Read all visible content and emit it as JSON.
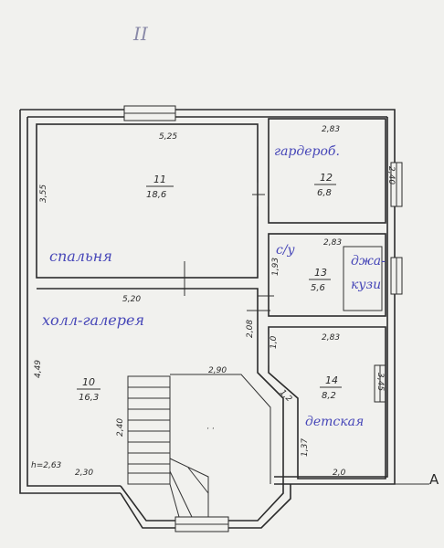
{
  "sheet_mark": "II",
  "axis_letter": "A",
  "rooms": [
    {
      "id": "bedroom",
      "number": "11",
      "area": "18,6",
      "name": "спальня"
    },
    {
      "id": "wardrobe",
      "number": "12",
      "area": "6,8",
      "name": "гардероб."
    },
    {
      "id": "bath",
      "number": "13",
      "area": "5,6",
      "name": "с/у"
    },
    {
      "id": "hall",
      "number": "10",
      "area": "16,3",
      "name": "холл-галерея"
    },
    {
      "id": "kids",
      "number": "14",
      "area": "8,2",
      "name": "детская"
    }
  ],
  "fixture_label": {
    "line1": "джа-",
    "line2": "кузи"
  },
  "dimensions": {
    "bedroom_width": "5,25",
    "bedroom_height": "3,55",
    "wardrobe_width": "2,83",
    "wardrobe_height": "2,40",
    "bath_width": "2,83",
    "bath_height": "1,93",
    "hall_width": "5,20",
    "hall_height": "4,49",
    "corridor_width": "2,08",
    "door_gap": "1,0",
    "stair_width": "2,90",
    "stair_height": "2,40",
    "kids_width": "2,83",
    "kids_height": "3,45",
    "kids_bottom": "2,0",
    "kids_left": "1,37",
    "kids_diag": "1,2",
    "ceiling_height": "h=2,63",
    "hall_bottom": "2,30"
  },
  "colors": {
    "ink": "#2b2b2b",
    "handwriting": "#4747b8",
    "paper": "#f1f1ee"
  }
}
